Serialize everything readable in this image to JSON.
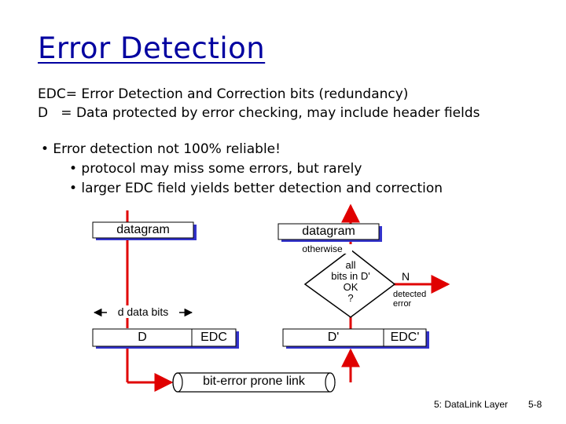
{
  "title": "Error Detection",
  "definitions": [
    "EDC= Error Detection and Correction bits (redundancy)",
    "D   = Data protected by error checking, may include header fields"
  ],
  "bullets": [
    "• Error detection not 100% reliable!",
    "• protocol may miss some errors, but rarely",
    "• larger EDC field yields better detection and correction"
  ],
  "diagram": {
    "sender_datagram": "datagram",
    "receiver_datagram": "datagram",
    "otherwise_label": "otherwise",
    "decision_lines": [
      "all",
      "bits in D'",
      "OK",
      "?"
    ],
    "n_label": "N",
    "detected_error_lines": [
      "detected",
      "error"
    ],
    "d_data_bits": "d data bits",
    "sender_d": "D",
    "sender_edc": "EDC",
    "receiver_d": "D'",
    "receiver_edc": "EDC'",
    "link_label": "bit-error prone link"
  },
  "colors": {
    "title": "#0000a0",
    "arrow": "#e00000",
    "box_shadow": "#3333cc"
  },
  "footer": {
    "chapter": "5: DataLink Layer",
    "page": "5-8"
  }
}
